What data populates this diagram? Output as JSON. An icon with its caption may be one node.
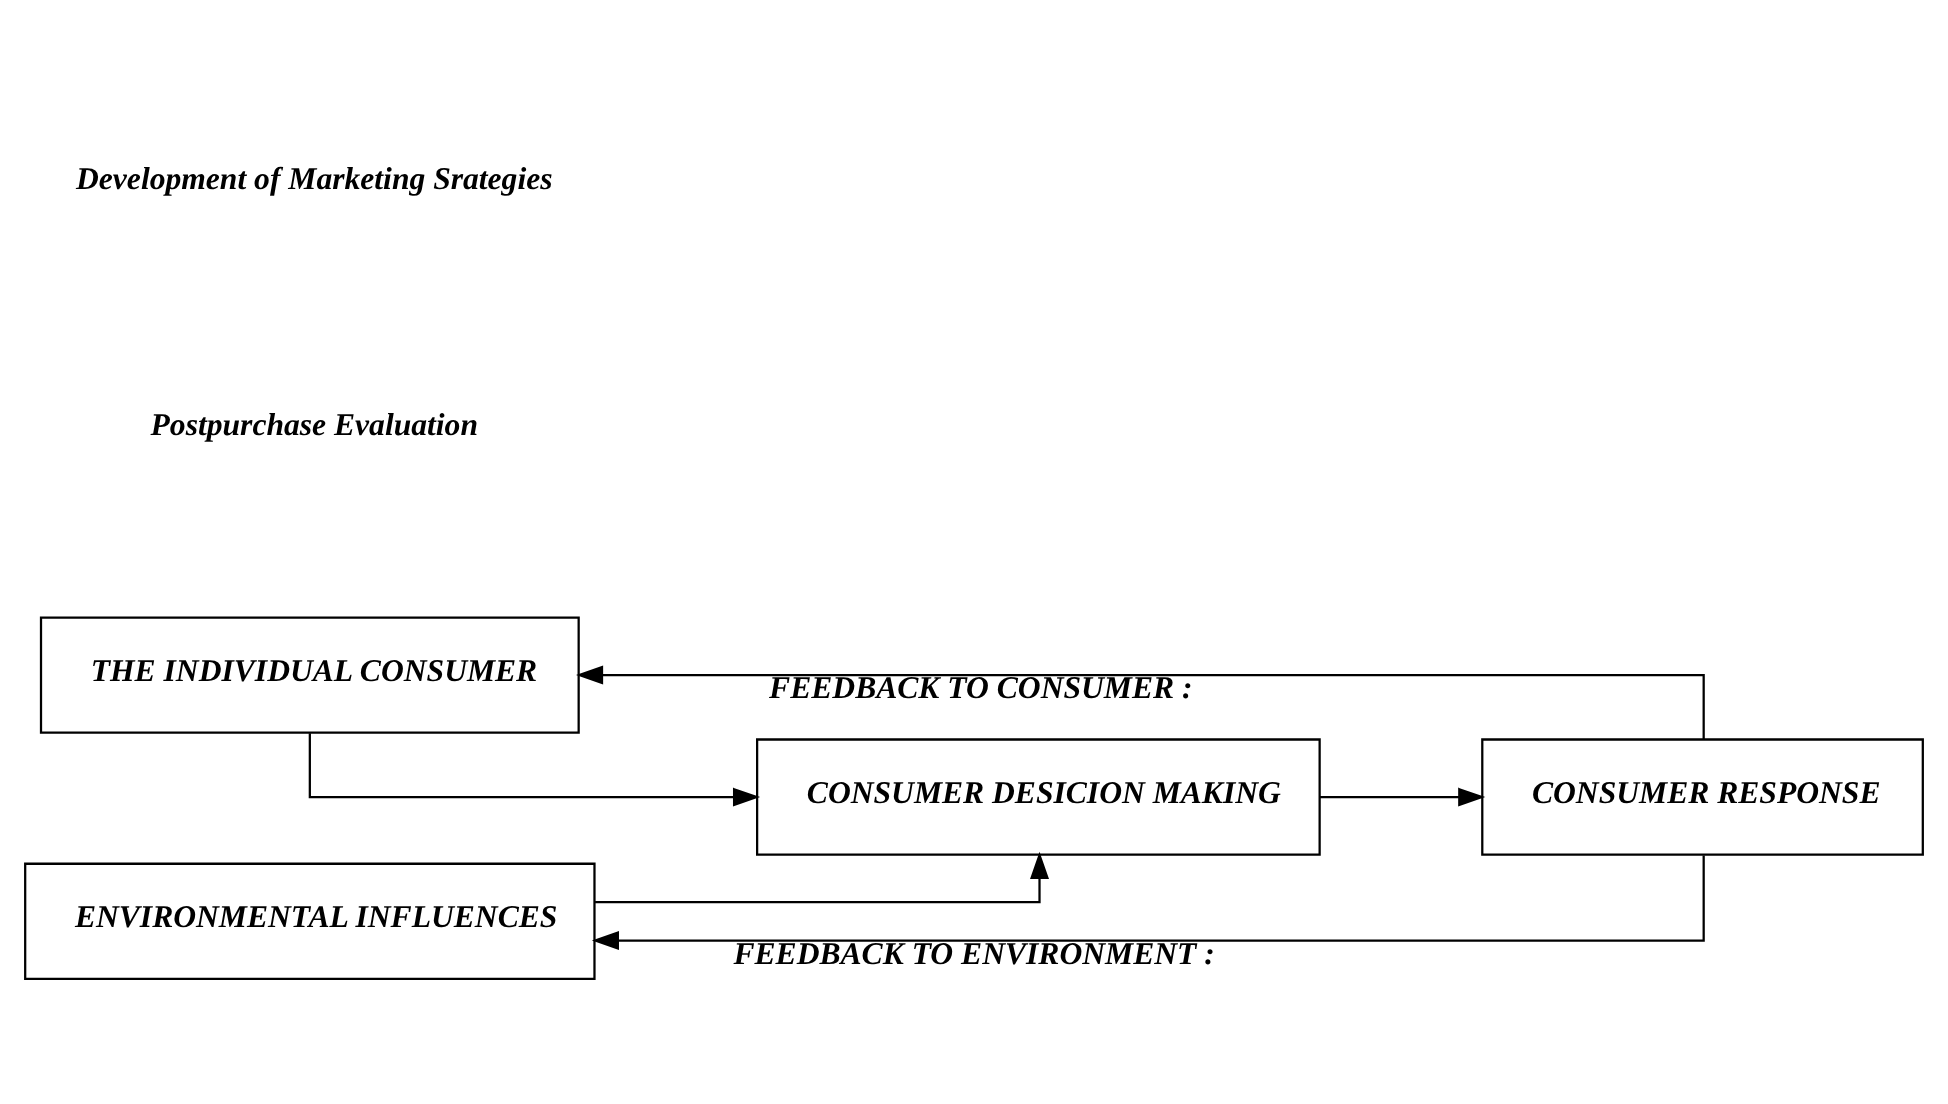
{
  "diagram": {
    "nodes": [
      {
        "text": [
          "THE INDIVIDUAL CONSUMER"
        ]
      },
      {
        "text": [
          "ENVIRONMENTAL INFLUENCES"
        ]
      },
      {
        "text": [
          "CONSUMER DESICION MAKING"
        ]
      },
      {
        "text": [
          "CONSUMER RESPONSE"
        ]
      }
    ],
    "edges": [
      {
        "from": 0,
        "to": 2,
        "arrow": "to"
      },
      {
        "from": 1,
        "to": 2,
        "arrow": "to"
      },
      {
        "from": 2,
        "to": 3,
        "arrow": "to"
      },
      {
        "from": 3,
        "to": 0,
        "arrow": "to",
        "label": "FEEDBACK TO CONSUMER :"
      },
      {
        "from": 3,
        "to": 1,
        "arrow": "to",
        "label": "FEEDBACK TO ENVIRONMENT :"
      }
    ],
    "labels": [
      "Postpurchase Evaluation",
      "Development of Marketing Srategies"
    ]
  }
}
